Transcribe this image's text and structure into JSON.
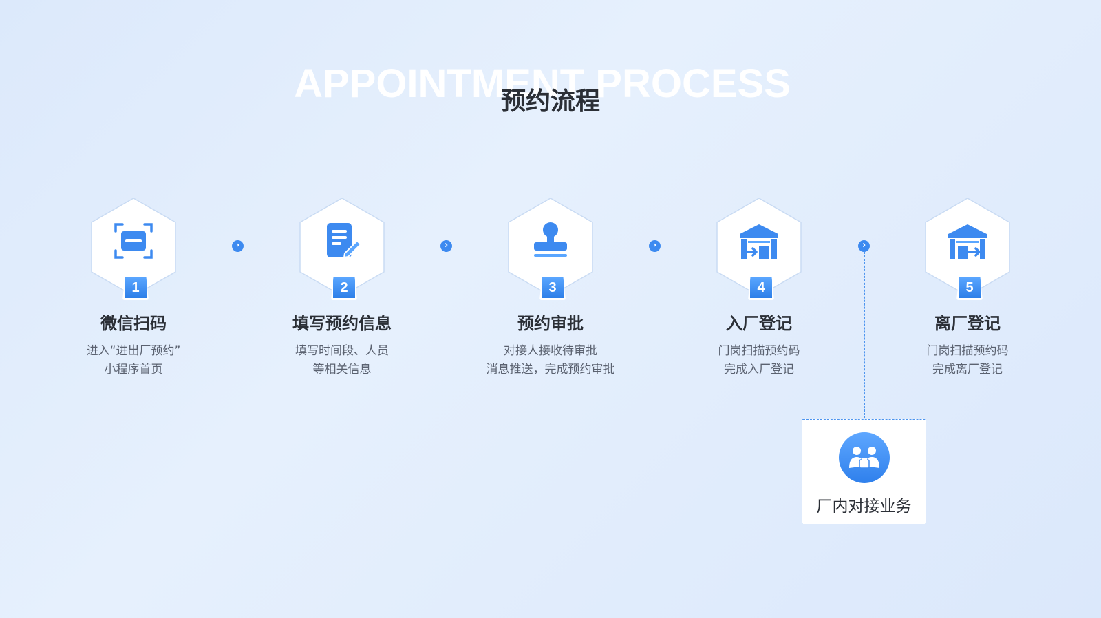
{
  "header": {
    "bg_title": "APPOINTMENT PROCESS",
    "title": "预约流程"
  },
  "steps": [
    {
      "num": "1",
      "title": "微信扫码",
      "desc": "进入“进出厂预约”\n小程序首页",
      "icon": "scan-icon"
    },
    {
      "num": "2",
      "title": "填写预约信息",
      "desc": "填写时间段、人员\n等相关信息",
      "icon": "form-edit-icon"
    },
    {
      "num": "3",
      "title": "预约审批",
      "desc": "对接人接收待审批\n消息推送，完成预约审批",
      "icon": "stamp-icon"
    },
    {
      "num": "4",
      "title": "入厂登记",
      "desc": "门岗扫描预约码\n完成入厂登记",
      "icon": "warehouse-enter-icon"
    },
    {
      "num": "5",
      "title": "离厂登记",
      "desc": "门岗扫描预约码\n完成离厂登记",
      "icon": "warehouse-exit-icon"
    }
  ],
  "side_box": {
    "label": "厂内对接业务",
    "icon": "handshake-people-icon"
  },
  "colors": {
    "accent": "#3d8af0",
    "accent_light": "#5aa6ff",
    "text": "#2b2f36",
    "muted": "#5b6270"
  }
}
